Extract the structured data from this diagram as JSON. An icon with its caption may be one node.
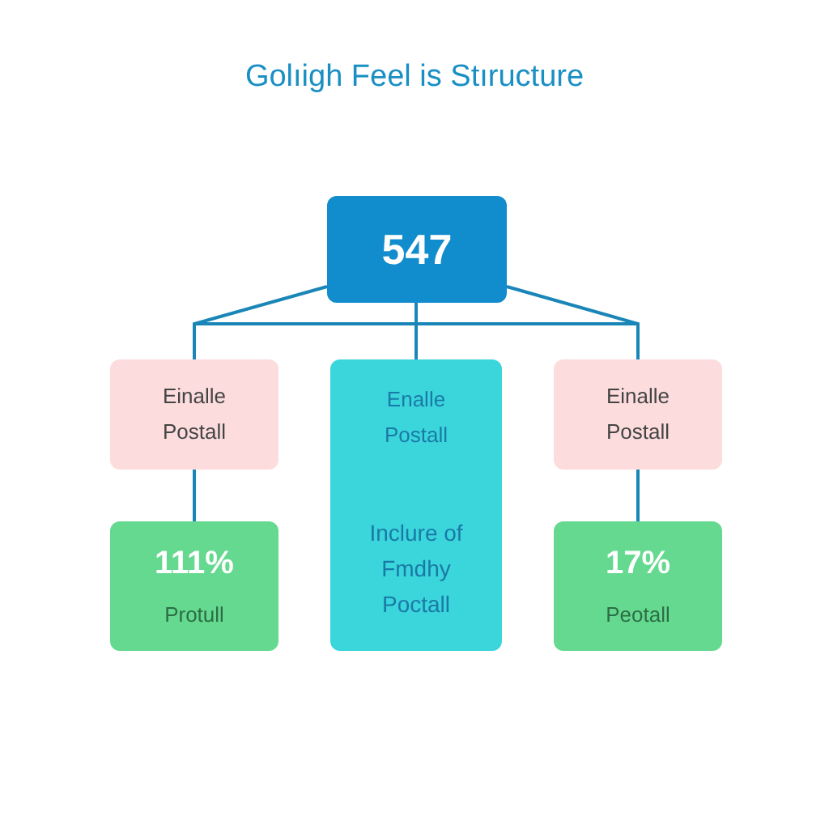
{
  "diagram": {
    "title": "Golıigh Feel is Stıructure",
    "nodes": [
      {
        "text": [
          "547"
        ]
      },
      {
        "text": [
          "Einalle Postall"
        ]
      },
      {
        "text": [
          "Enalle Postall",
          "Inclure of Fmdhy Poctall"
        ]
      },
      {
        "text": [
          "Einalle Postall"
        ]
      },
      {
        "text": [
          "111%",
          "Protull"
        ]
      },
      {
        "text": [
          "17%",
          "Peotall"
        ]
      }
    ],
    "edges": [
      {
        "from": 0,
        "to": 1,
        "arrow": "none"
      },
      {
        "from": 0,
        "to": 2,
        "arrow": "none"
      },
      {
        "from": 0,
        "to": 3,
        "arrow": "none"
      },
      {
        "from": 1,
        "to": 4,
        "arrow": "none"
      },
      {
        "from": 3,
        "to": 5,
        "arrow": "none"
      }
    ]
  }
}
